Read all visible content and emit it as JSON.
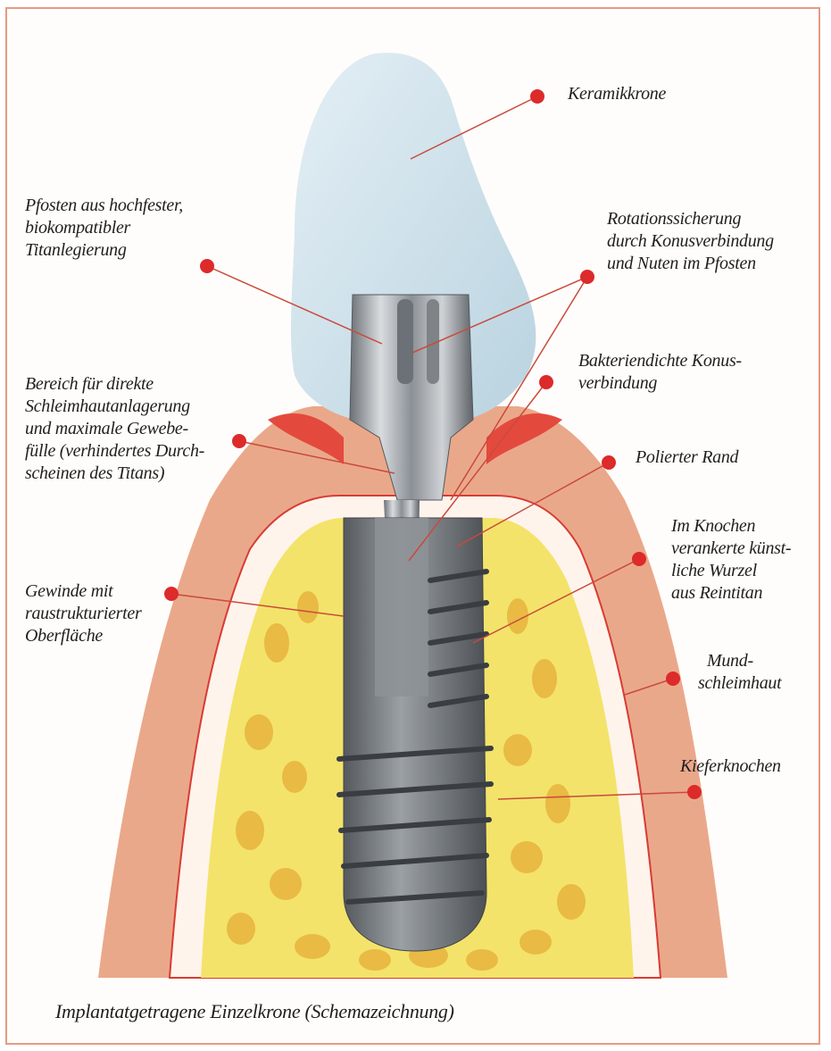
{
  "labels": {
    "keramikkrone": [
      "Keramikkrone"
    ],
    "pfosten": [
      "Pfosten aus hochfester,",
      "biokompatibler",
      "Titanlegierung"
    ],
    "rotation": [
      "Rotationssicherung",
      "durch Konusverbindung",
      "und Nuten im Pfosten"
    ],
    "bakterien": [
      "Bakteriendichte Konus-",
      "verbindung"
    ],
    "bereich": [
      "Bereich für direkte",
      "Schleimhautanlagerung",
      "und maximale Gewebe-",
      "fülle (verhindertes Durch-",
      "scheinen des Titans)"
    ],
    "polierter": [
      "Polierter Rand"
    ],
    "knochen": [
      "Im Knochen",
      "verankerte künst-",
      "liche Wurzel",
      "aus Reintitan"
    ],
    "gewinde": [
      "Gewinde mit",
      "raustrukturierter",
      "Oberfläche"
    ],
    "mund": [
      "Mund-",
      "schleimhaut"
    ],
    "kiefer": [
      "Kieferknochen"
    ]
  },
  "caption": "Implantatgetragene Einzelkrone (Schemazeichnung)",
  "colors": {
    "frame": "#e79a83",
    "gum": "#eaa88a",
    "bone": "#f3e36a",
    "marker": "#dd2a2a",
    "crown": "#cfe2ec",
    "titanium": "#9aa0a6"
  }
}
